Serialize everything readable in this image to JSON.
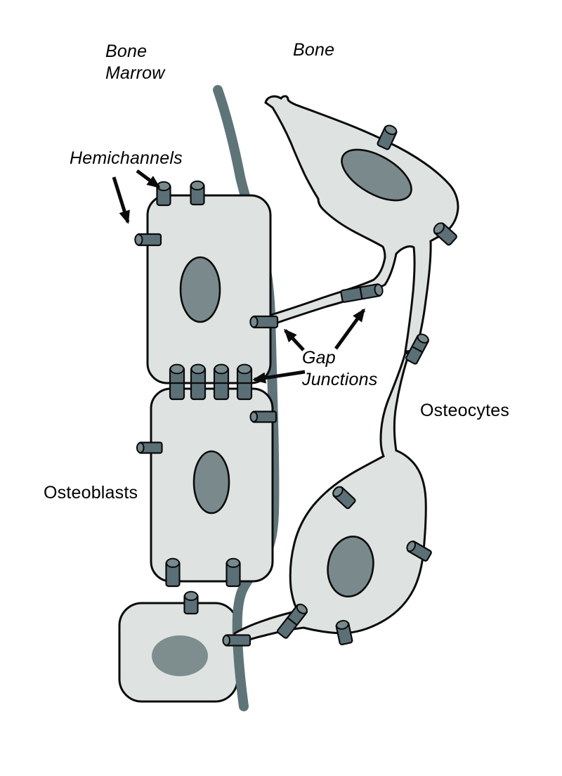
{
  "labels": {
    "bone_marrow": "Bone\nMarrow",
    "bone": "Bone",
    "hemichannels": "Hemichannels",
    "gap_junctions": "Gap\nJunctions",
    "osteoblasts": "Osteoblasts",
    "osteocytes": "Osteocytes"
  },
  "icons": {
    "hemichannel": "single membrane cylinder",
    "gap_junction": "paired docked cylinders"
  },
  "colors": {
    "background": "#ffffff",
    "cell_fill": "#dee3e1",
    "nucleus_fill": "#7a8a8c",
    "nucleus_soft": "#7e8e8e",
    "channel_fill": "#5b7076",
    "channel_top": "#77898c",
    "bone_boundary": "#5f7478",
    "outline": "#0b0b0b",
    "label_text": "#000000"
  }
}
